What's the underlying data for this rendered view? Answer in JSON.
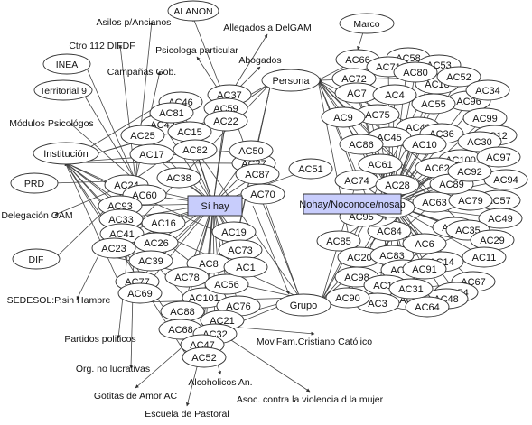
{
  "hubs": {
    "si_hay": "Sí hay",
    "nohay": "Nohay/Noconoce/nosab"
  },
  "mid_nodes": {
    "persona": "Persona",
    "grupo": "Grupo",
    "institucion": "Institución"
  },
  "outer_labels": {
    "alanon": "ALANON",
    "asilos": "Asilos p/Ancianos",
    "allegados": "Allegados a DelGAM",
    "ctro112": "Ctro 112 DIFDF",
    "psicologa": "Psicologa particular",
    "inea": "INEA",
    "campanas": "Campañas Gob.",
    "abogados": "Abogados",
    "territorial": "Territorial 9",
    "modulos": "Módulos Psicológos",
    "prd": "PRD",
    "delegacion": "Delegación GAM",
    "dif": "DIF",
    "sedesol": "SEDESOL:P.sin Hambre",
    "partidos": "Partidos politicos",
    "org_no_lucr": "Org. no lucrativas",
    "gotitas": "Gotitas de Amor AC",
    "escuela": "Escuela de Pastoral",
    "alcoholicos": "Alcoholicos An.",
    "asoc_violencia": "Asoc. contra la violencia d la mujer",
    "movfam": "Mov.Fam.Cristiano Católico",
    "marco": "Marco"
  },
  "ac_nodes_left": [
    "AC46",
    "AC37",
    "AC59",
    "AC22",
    "AC42",
    "AC25",
    "AC15",
    "AC82",
    "AC38",
    "AC24",
    "AC60",
    "AC93",
    "AC16",
    "AC33",
    "AC41",
    "AC26",
    "AC23",
    "AC39",
    "AC8",
    "AC77",
    "AC78",
    "AC69",
    "AC101",
    "AC56",
    "AC88",
    "AC68",
    "AC76",
    "AC19",
    "AC73",
    "AC1",
    "AC27",
    "AC70",
    "AC51",
    "AC50",
    "AC87",
    "AC17",
    "AC21",
    "AC32",
    "AC47",
    "AC52",
    "AC81"
  ],
  "ac_nodes_right": [
    "AC66",
    "AC58",
    "AC71",
    "AC53",
    "AC72",
    "AC18",
    "AC52",
    "AC96",
    "AC7",
    "AC4",
    "AC75",
    "AC99",
    "AC40",
    "AC36",
    "AC45",
    "AC12",
    "AC30",
    "AC86",
    "AC61",
    "AC100",
    "AC97",
    "AC62",
    "AC94",
    "AC57",
    "AC63",
    "AC79",
    "AC49",
    "AC85",
    "AC84",
    "AC65",
    "AC35",
    "AC29",
    "AC20",
    "AC83",
    "AC14",
    "AC11",
    "AC98",
    "AC43",
    "AC13",
    "AC67",
    "AC54",
    "AC48",
    "AC5",
    "AC64",
    "AC3",
    "AC80",
    "AC9",
    "AC10",
    "AC74",
    "AC28",
    "AC31",
    "AC44",
    "AC55",
    "AC34",
    "AC89",
    "AC90",
    "AC91",
    "AC92",
    "AC95",
    "AC2",
    "AC6"
  ]
}
